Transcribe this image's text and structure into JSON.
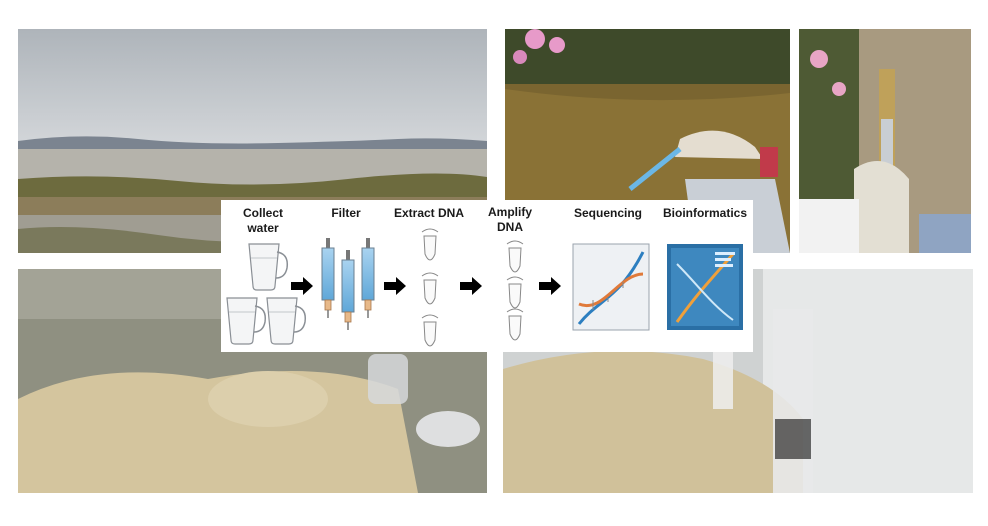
{
  "workflow": {
    "steps": {
      "collect": {
        "line1": "Collect",
        "line2": "water"
      },
      "filter": "Filter",
      "extract": "Extract DNA",
      "amplify": {
        "line1": "Amplify",
        "line2": "DNA"
      },
      "sequencing": "Sequencing",
      "bioinformatics": "Bioinformatics"
    }
  },
  "colors": {
    "sky": "#c9ced3",
    "marsh": "#5d5f3a",
    "water": "#a7a59a",
    "glove": "#d8c9a5",
    "filter_liquid": "#7fb8e0",
    "arrow": "#000000"
  }
}
